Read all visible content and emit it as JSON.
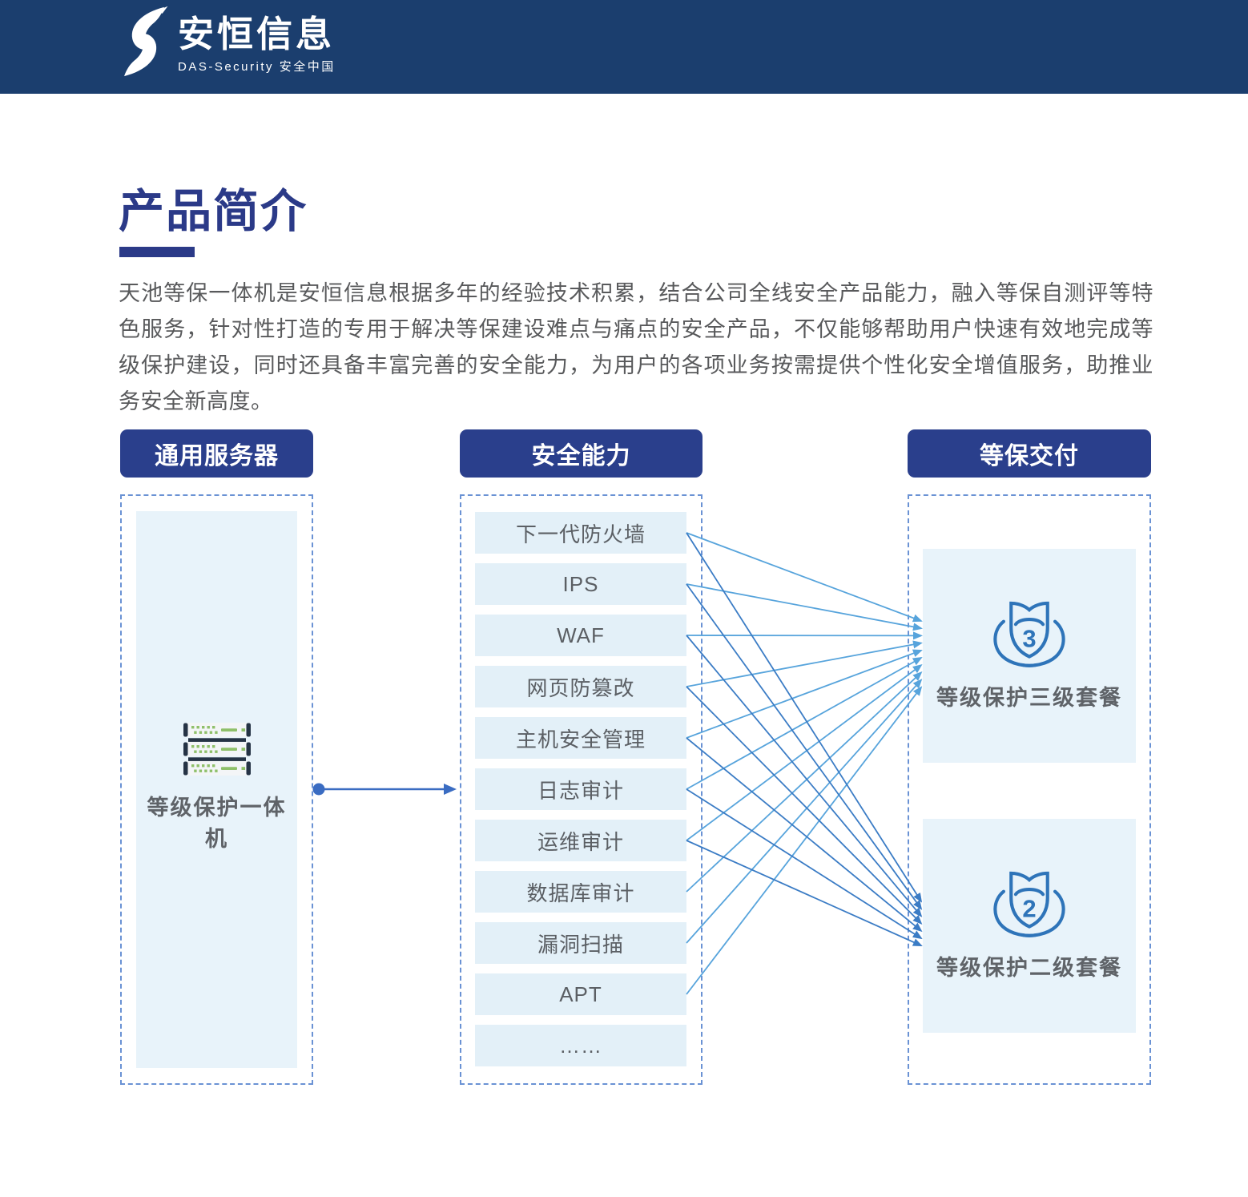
{
  "header": {
    "logo": {
      "name_cn": "安恒信息",
      "tagline": "DAS-Security 安全中国"
    }
  },
  "intro": {
    "title": "产品简介",
    "body": "天池等保一体机是安恒信息根据多年的经验技术积累，结合公司全线安全产品能力，融入等保自测评等特色服务，针对性打造的专用于解决等保建设难点与痛点的安全产品，不仅能够帮助用户快速有效地完成等级保护建设，同时还具备丰富完善的安全能力，为用户的各项业务按需提供个性化安全增值服务，助推业务安全新高度。"
  },
  "diagram": {
    "column_headers": [
      "通用服务器",
      "安全能力",
      "等保交付"
    ],
    "server": {
      "label": "等级保护一体机",
      "icon": "server-rack-icon"
    },
    "capabilities": [
      "下一代防火墙",
      "IPS",
      "WAF",
      "网页防篡改",
      "主机安全管理",
      "日志审计",
      "运维审计",
      "数据库审计",
      "漏洞扫描",
      "APT",
      "……"
    ],
    "packages": [
      {
        "level": "3",
        "label": "等级保护三级套餐",
        "icon": "shield-level-3-icon",
        "linked_capability_indexes": [
          0,
          1,
          2,
          3,
          4,
          5,
          6,
          7,
          8,
          9
        ]
      },
      {
        "level": "2",
        "label": "等级保护二级套餐",
        "icon": "shield-level-2-icon",
        "linked_capability_indexes": [
          0,
          1,
          2,
          3,
          4,
          5,
          6
        ]
      }
    ]
  },
  "colors": {
    "header_bar": "#1b3e6e",
    "title_blue": "#2b3a88",
    "pill_navy": "#2a3f8c",
    "panel_light_blue": "#e8f3fa",
    "capability_bar": "#e3f0f8",
    "body_text": "#58595b",
    "label_gray": "#5f6368",
    "dashed_border": "#6a92d4",
    "link_line_light": "#57a4dc",
    "link_line_dark": "#3b7cc5",
    "connector_blue": "#3a6cc2",
    "shield_blue": "#2e74b9",
    "server_green": "#8fc06a",
    "server_dark": "#253345"
  }
}
